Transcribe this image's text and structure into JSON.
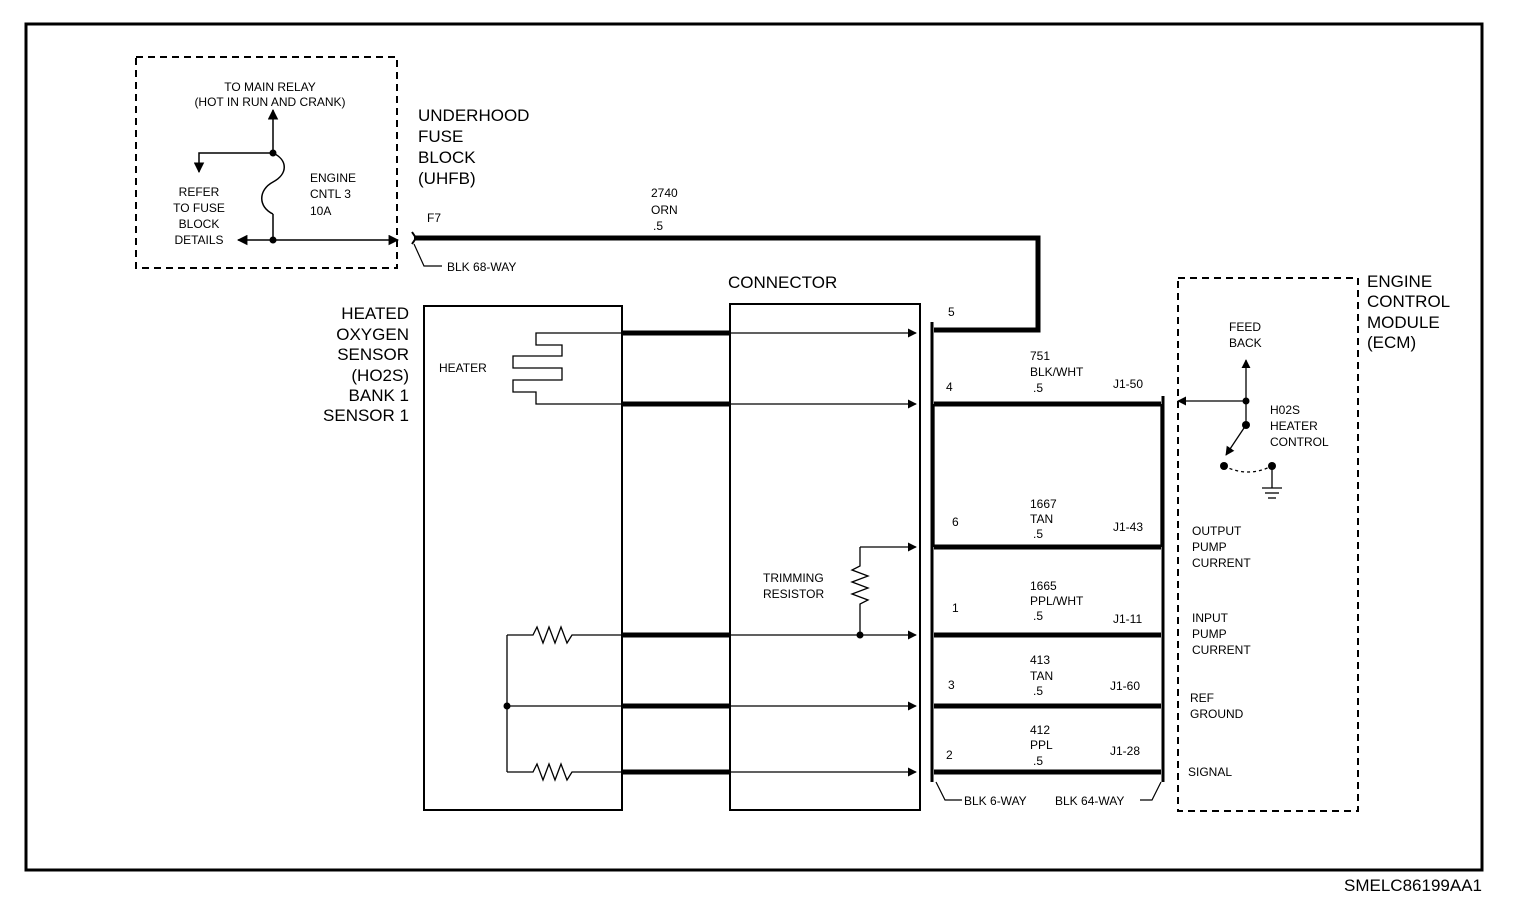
{
  "fuse_block": {
    "relay_line1": "TO MAIN RELAY",
    "relay_line2": "(HOT IN RUN AND CRANK)",
    "refer_line1": "REFER",
    "refer_line2": "TO FUSE",
    "refer_line3": "BLOCK",
    "refer_line4": "DETAILS",
    "fuse_line1": "ENGINE",
    "fuse_line2": "CNTL 3",
    "fuse_line3": "10A",
    "title_line1": "UNDERHOOD",
    "title_line2": "FUSE",
    "title_line3": "BLOCK",
    "title_line4": "(UHFB)",
    "pin": "F7",
    "connector": "BLK 68-WAY"
  },
  "feed_wire": {
    "circuit": "2740",
    "color": "ORN",
    "gauge": ".5"
  },
  "sensor": {
    "line1": "HEATED",
    "line2": "OXYGEN",
    "line3": "SENSOR",
    "line4": "(HO2S)",
    "line5": "BANK 1",
    "line6": "SENSOR 1",
    "heater": "HEATER"
  },
  "connector": {
    "title": "CONNECTOR",
    "trim_line1": "TRIMMING",
    "trim_line2": "RESISTOR",
    "blk6": "BLK 6-WAY",
    "blk64": "BLK 64-WAY"
  },
  "wires": [
    {
      "pin": "5"
    },
    {
      "pin": "4",
      "circuit": "751",
      "color": "BLK/WHT",
      "gauge": ".5",
      "ecm_pin": "J1-50"
    },
    {
      "pin": "6",
      "circuit": "1667",
      "color": "TAN",
      "gauge": ".5",
      "ecm_pin": "J1-43"
    },
    {
      "pin": "1",
      "circuit": "1665",
      "color": "PPL/WHT",
      "gauge": ".5",
      "ecm_pin": "J1-11"
    },
    {
      "pin": "3",
      "circuit": "413",
      "color": "TAN",
      "gauge": ".5",
      "ecm_pin": "J1-60"
    },
    {
      "pin": "2",
      "circuit": "412",
      "color": "PPL",
      "gauge": ".5",
      "ecm_pin": "J1-28"
    }
  ],
  "ecm": {
    "title_line1": "ENGINE",
    "title_line2": "CONTROL",
    "title_line3": "MODULE",
    "title_line4": "(ECM)",
    "feed_line1": "FEED",
    "feed_line2": "BACK",
    "ctrl_line1": "H02S",
    "ctrl_line2": "HEATER",
    "ctrl_line3": "CONTROL",
    "out_line1": "OUTPUT",
    "out_line2": "PUMP",
    "out_line3": "CURRENT",
    "in_line1": "INPUT",
    "in_line2": "PUMP",
    "in_line3": "CURRENT",
    "ref_line1": "REF",
    "ref_line2": "GROUND",
    "signal": "SIGNAL"
  },
  "figure_id": "SMELC86199AA1"
}
